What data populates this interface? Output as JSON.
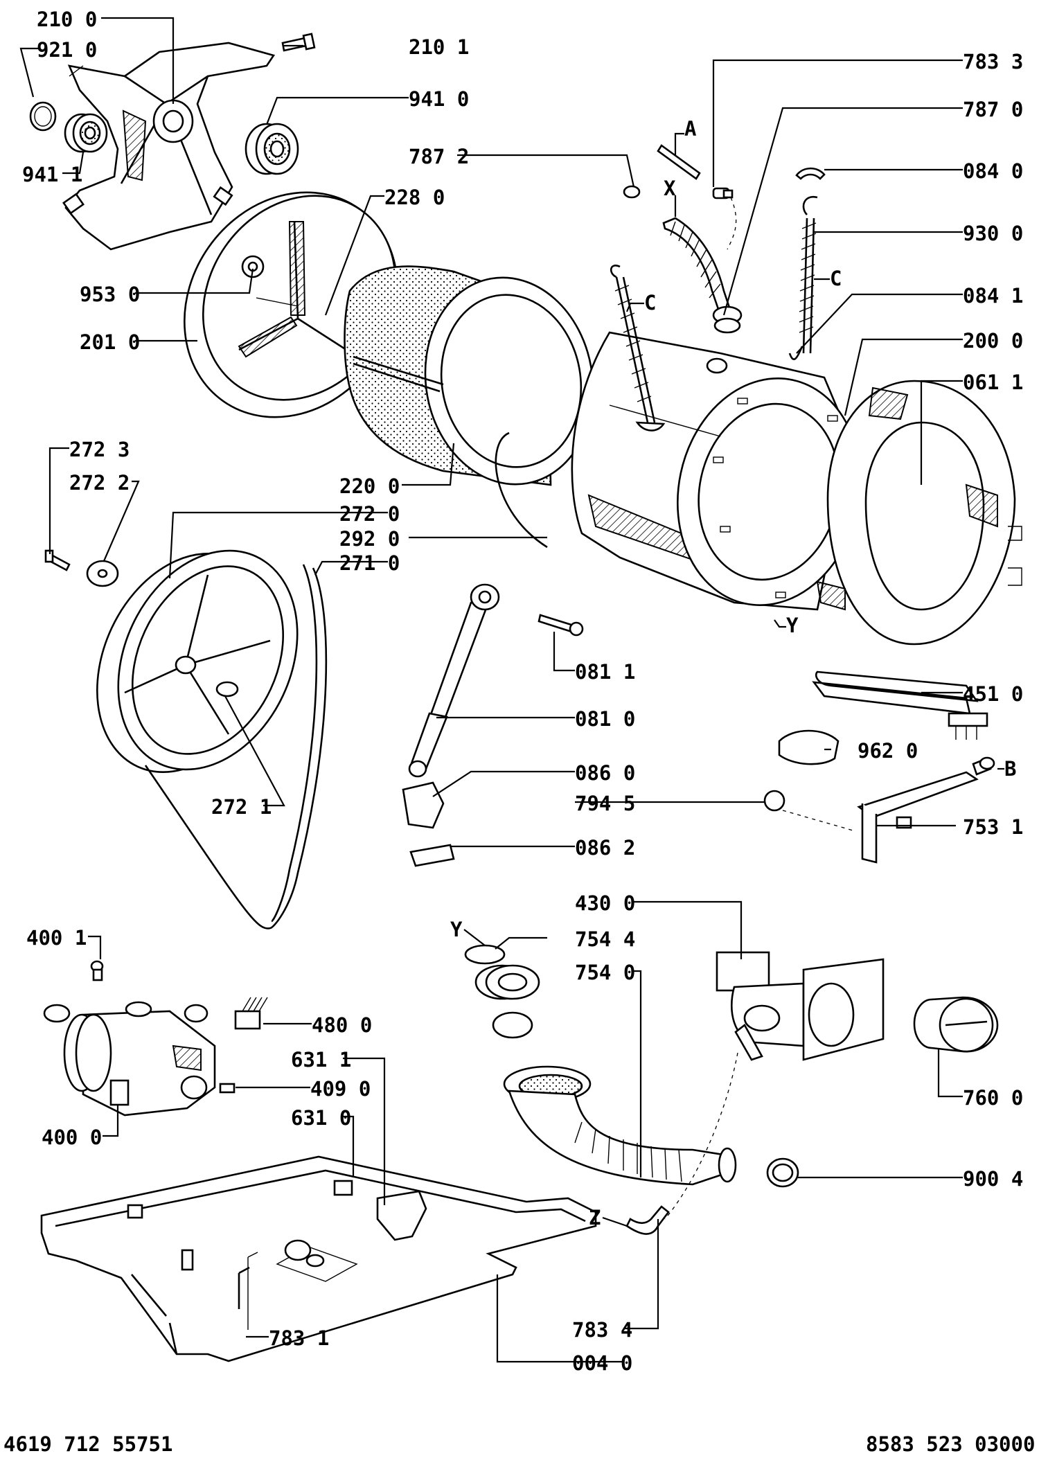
{
  "labels": [
    {
      "id": "c2100",
      "text": "210 0"
    },
    {
      "id": "c9210",
      "text": "921 0"
    },
    {
      "id": "c2101",
      "text": "210 1"
    },
    {
      "id": "c9410",
      "text": "941 0"
    },
    {
      "id": "c9411",
      "text": "941 1"
    },
    {
      "id": "c7833",
      "text": "783 3"
    },
    {
      "id": "c7870",
      "text": "787 0"
    },
    {
      "id": "c7872",
      "text": "787 2"
    },
    {
      "id": "c0840",
      "text": "084 0"
    },
    {
      "id": "c2280",
      "text": "228 0"
    },
    {
      "id": "c9300",
      "text": "930 0"
    },
    {
      "id": "c0841",
      "text": "084 1"
    },
    {
      "id": "c9530",
      "text": "953 0"
    },
    {
      "id": "c2010",
      "text": "201 0"
    },
    {
      "id": "c2000",
      "text": "200 0"
    },
    {
      "id": "c0611",
      "text": "061 1"
    },
    {
      "id": "c2723",
      "text": "272 3"
    },
    {
      "id": "c2722",
      "text": "272 2"
    },
    {
      "id": "c2200",
      "text": "220 0"
    },
    {
      "id": "c2720",
      "text": "272 0"
    },
    {
      "id": "c2920",
      "text": "292 0"
    },
    {
      "id": "c2710",
      "text": "271 0"
    },
    {
      "id": "c0811",
      "text": "081 1"
    },
    {
      "id": "c4510",
      "text": "451 0"
    },
    {
      "id": "c0810",
      "text": "081 0"
    },
    {
      "id": "c9620",
      "text": "962 0"
    },
    {
      "id": "c0860",
      "text": "086 0"
    },
    {
      "id": "c7945",
      "text": "794 5"
    },
    {
      "id": "c2721",
      "text": "272 1"
    },
    {
      "id": "c7531",
      "text": "753 1"
    },
    {
      "id": "c0862",
      "text": "086 2"
    },
    {
      "id": "c4300",
      "text": "430 0"
    },
    {
      "id": "c4001",
      "text": "400 1"
    },
    {
      "id": "c7544",
      "text": "754 4"
    },
    {
      "id": "c7540",
      "text": "754 0"
    },
    {
      "id": "c4800",
      "text": "480 0"
    },
    {
      "id": "c6311",
      "text": "631 1"
    },
    {
      "id": "c4090",
      "text": "409 0"
    },
    {
      "id": "c6310",
      "text": "631 0"
    },
    {
      "id": "c4000",
      "text": "400 0"
    },
    {
      "id": "c7600",
      "text": "760 0"
    },
    {
      "id": "c9004",
      "text": "900 4"
    },
    {
      "id": "c7831",
      "text": "783 1"
    },
    {
      "id": "c7834",
      "text": "783 4"
    },
    {
      "id": "c0040",
      "text": "004 0"
    }
  ],
  "reference_letters": [
    {
      "id": "A1",
      "text": "A"
    },
    {
      "id": "X1",
      "text": "X"
    },
    {
      "id": "C1",
      "text": "C"
    },
    {
      "id": "C2",
      "text": "C"
    },
    {
      "id": "Y1",
      "text": "Y"
    },
    {
      "id": "B1",
      "text": "B"
    },
    {
      "id": "Y2",
      "text": "Y"
    },
    {
      "id": "Z1",
      "text": "Z"
    }
  ],
  "footer": {
    "left_code": "4619 712 55751",
    "right_code": "8583 523 03000"
  }
}
